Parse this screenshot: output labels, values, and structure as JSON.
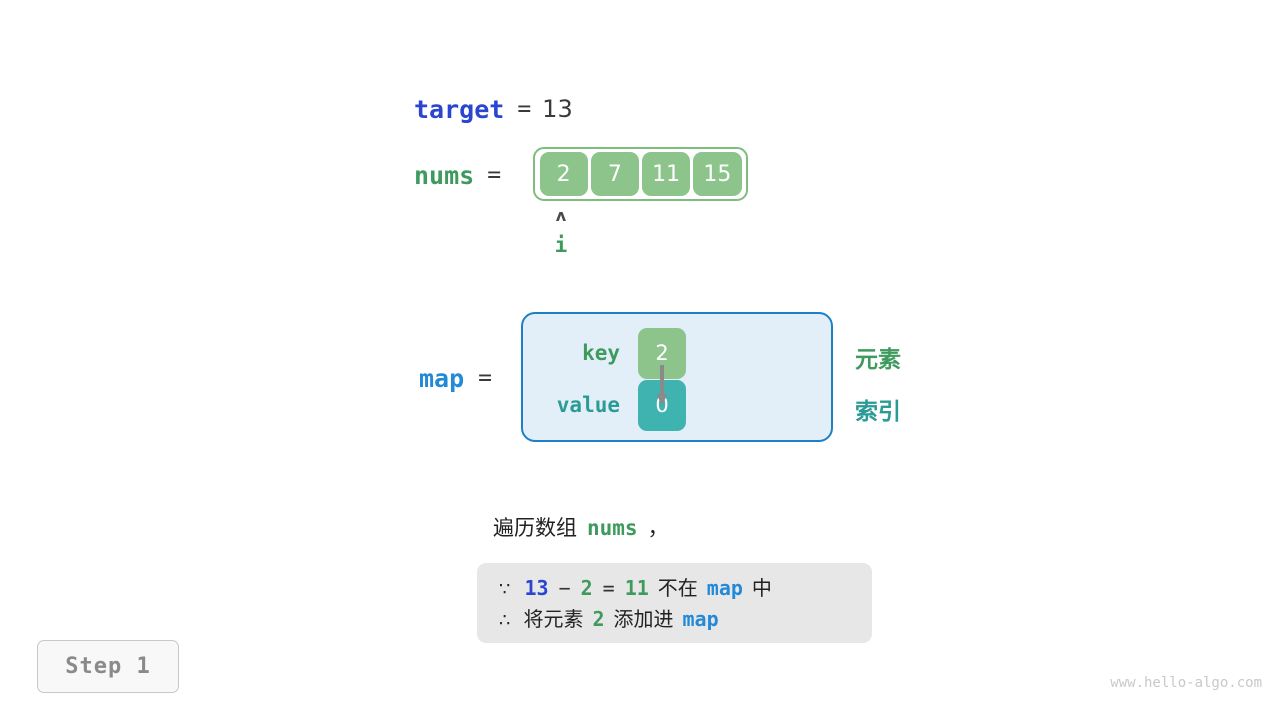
{
  "target": {
    "label": "target",
    "equals": "=",
    "value": "13"
  },
  "nums": {
    "label": "nums",
    "equals": "=",
    "values": [
      "2",
      "7",
      "11",
      "15"
    ]
  },
  "pointer": {
    "caret": "ʌ",
    "label": "i"
  },
  "map": {
    "label": "map",
    "equals": "=",
    "key_label": "key",
    "value_label": "value",
    "key_value": "2",
    "value_value": "0",
    "side_labels": {
      "element": "元素",
      "index": "索引"
    }
  },
  "caption": {
    "prefix": "遍历数组",
    "code": "nums",
    "suffix": "，"
  },
  "note": {
    "line1": {
      "symbol": "∵",
      "a": "13",
      "minus": "−",
      "b": "2",
      "eq": "=",
      "c": "11",
      "text1": "不在",
      "map": "map",
      "text2": "中"
    },
    "line2": {
      "symbol": "∴",
      "text1": "将元素",
      "a": "2",
      "text2": "添加进",
      "map": "map"
    }
  },
  "step": {
    "label": "Step 1"
  },
  "watermark": {
    "text": "www.hello-algo.com"
  },
  "colors": {
    "target_blue": "#2a46d0",
    "map_blue": "#2489d6",
    "green": "#3f9a5e",
    "teal": "#2b9b96",
    "cell_green": "#8cc48c",
    "chip_teal": "#3fb3b0",
    "map_fill": "#e2eff9",
    "map_border": "#1f7fc4",
    "note_bg": "#e7e7e7"
  }
}
